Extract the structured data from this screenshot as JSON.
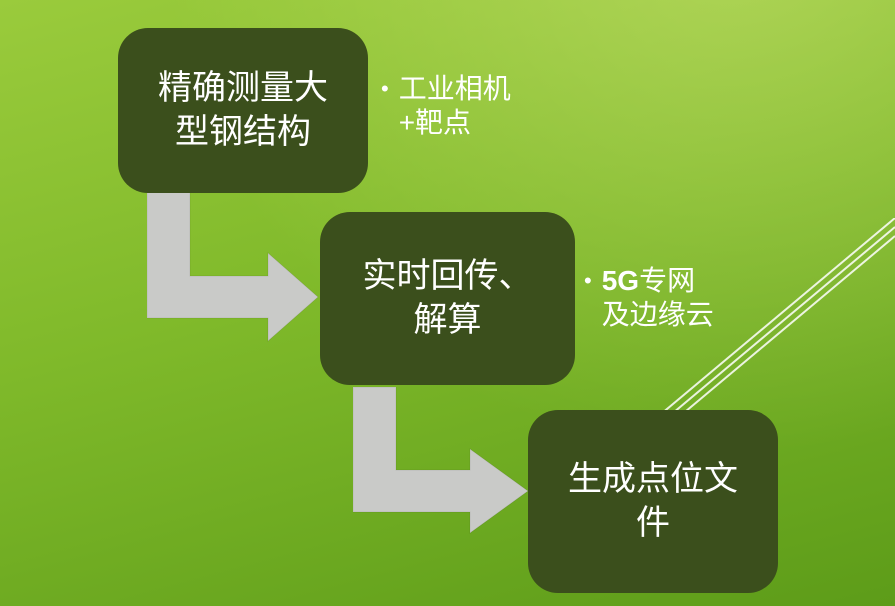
{
  "slide": {
    "colors": {
      "background_top": "#9acb3c",
      "background_bottom": "#5d9c19",
      "box_fill": "#3b4f1c",
      "arrow_fill": "#c9cac8",
      "text_color": "#ffffff",
      "decor_line_color": "#ffffff"
    },
    "flow": {
      "boxes": [
        {
          "name": "measure-large-steel-structure",
          "lines": [
            "精确测量大",
            "型钢结构"
          ]
        },
        {
          "name": "realtime-transfer-solve",
          "lines": [
            "实时回传、",
            "解算"
          ]
        },
        {
          "name": "generate-point-file",
          "lines": [
            "生成点位文",
            "件"
          ]
        }
      ],
      "bullets": [
        {
          "marker": "•",
          "bold": "",
          "line1": "工业相机",
          "line2": "+靶点"
        },
        {
          "marker": "•",
          "bold": "5G",
          "line1": "专网",
          "line2": "及边缘云"
        }
      ]
    }
  }
}
